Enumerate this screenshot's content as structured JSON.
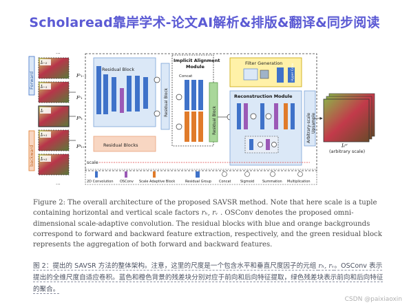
{
  "banner": {
    "text": "Scholaread靠岸学术-论文AI解析&排版&翻译&同步阅读"
  },
  "figure": {
    "labels": {
      "forward": "Forward",
      "backward": "backward",
      "ellipsis": "...",
      "frames": [
        "Iₜ₋₂",
        "Iₜ₋₁",
        "Iₜ",
        "Iₜ₊₁",
        "Iₜ₊₂"
      ],
      "feat_f_prev": "Fᶜₜ₋₁",
      "feat_f_now": "Fᶜₜ",
      "feat_b_now": "Fᵇₜ",
      "feat_b_next": "Fᵇₜ₊₁",
      "residual_block_top": "Residual Block",
      "residual_block_bottom": "Residual Blocks",
      "residual_block_vert": "Residual Block",
      "residual_block_vert2": "Residual Block",
      "implicit_title_1": "Implicit Alignment",
      "implicit_title_2": "Module",
      "concat": "Concat",
      "filter_generation": "Filter Generation",
      "reconstruction_module": "Reconstruction Module",
      "upsample_1": "Arbitrary-scale",
      "upsample_2": "Upsample",
      "output_label": "Iₜˢʳ",
      "arbitrary_scale": "(arbitrary scale)",
      "scale": "scale",
      "hyper_conv": "Hyper Conv"
    },
    "legend": [
      "2D Convolution",
      "OSConv",
      "Scale Adaptive Block",
      "Residual Group",
      "Concat",
      "Sigmoid",
      "Summation",
      "Multiplication"
    ]
  },
  "caption_en": {
    "p1": "Figure 2: The overall architecture of the proposed SAVSR method. Note that here scale is a tuple containing horizontal and vertical scale factors ",
    "math1": "rₕ, rᵥ",
    "p2": " . OSConv denotes the proposed omni-dimensional scale-adaptive convolution. The residual blocks with blue and orange backgrounds correspond to forward and backward feature extraction, respectively, and the green residual block represents the aggregation of both forward and backward features."
  },
  "caption_cn": {
    "p1": "图 2：提出的 SAVSR 方法的整体架构。注意，这里的尺度是一个包含水平和垂直尺度因子的元组 ",
    "math1": "rₕ, rᵥ",
    "p2": "。OSConv 表示提出的全维尺度自适应卷积。蓝色和橙色背景的残差块分别对应于前向和后向特征提取，绿色残差块表示前向和后向特征的聚合。"
  },
  "watermark": "CSDN @paixiaoxin",
  "colors": {
    "banner": "#5b5ad4",
    "blue": "#3f72c9",
    "orange": "#e07b2a",
    "green": "#7cb96a",
    "yellow_bg": "#fff1a8",
    "blue_bg": "#dbe8f7",
    "orange_bg": "#f8d6c2"
  }
}
